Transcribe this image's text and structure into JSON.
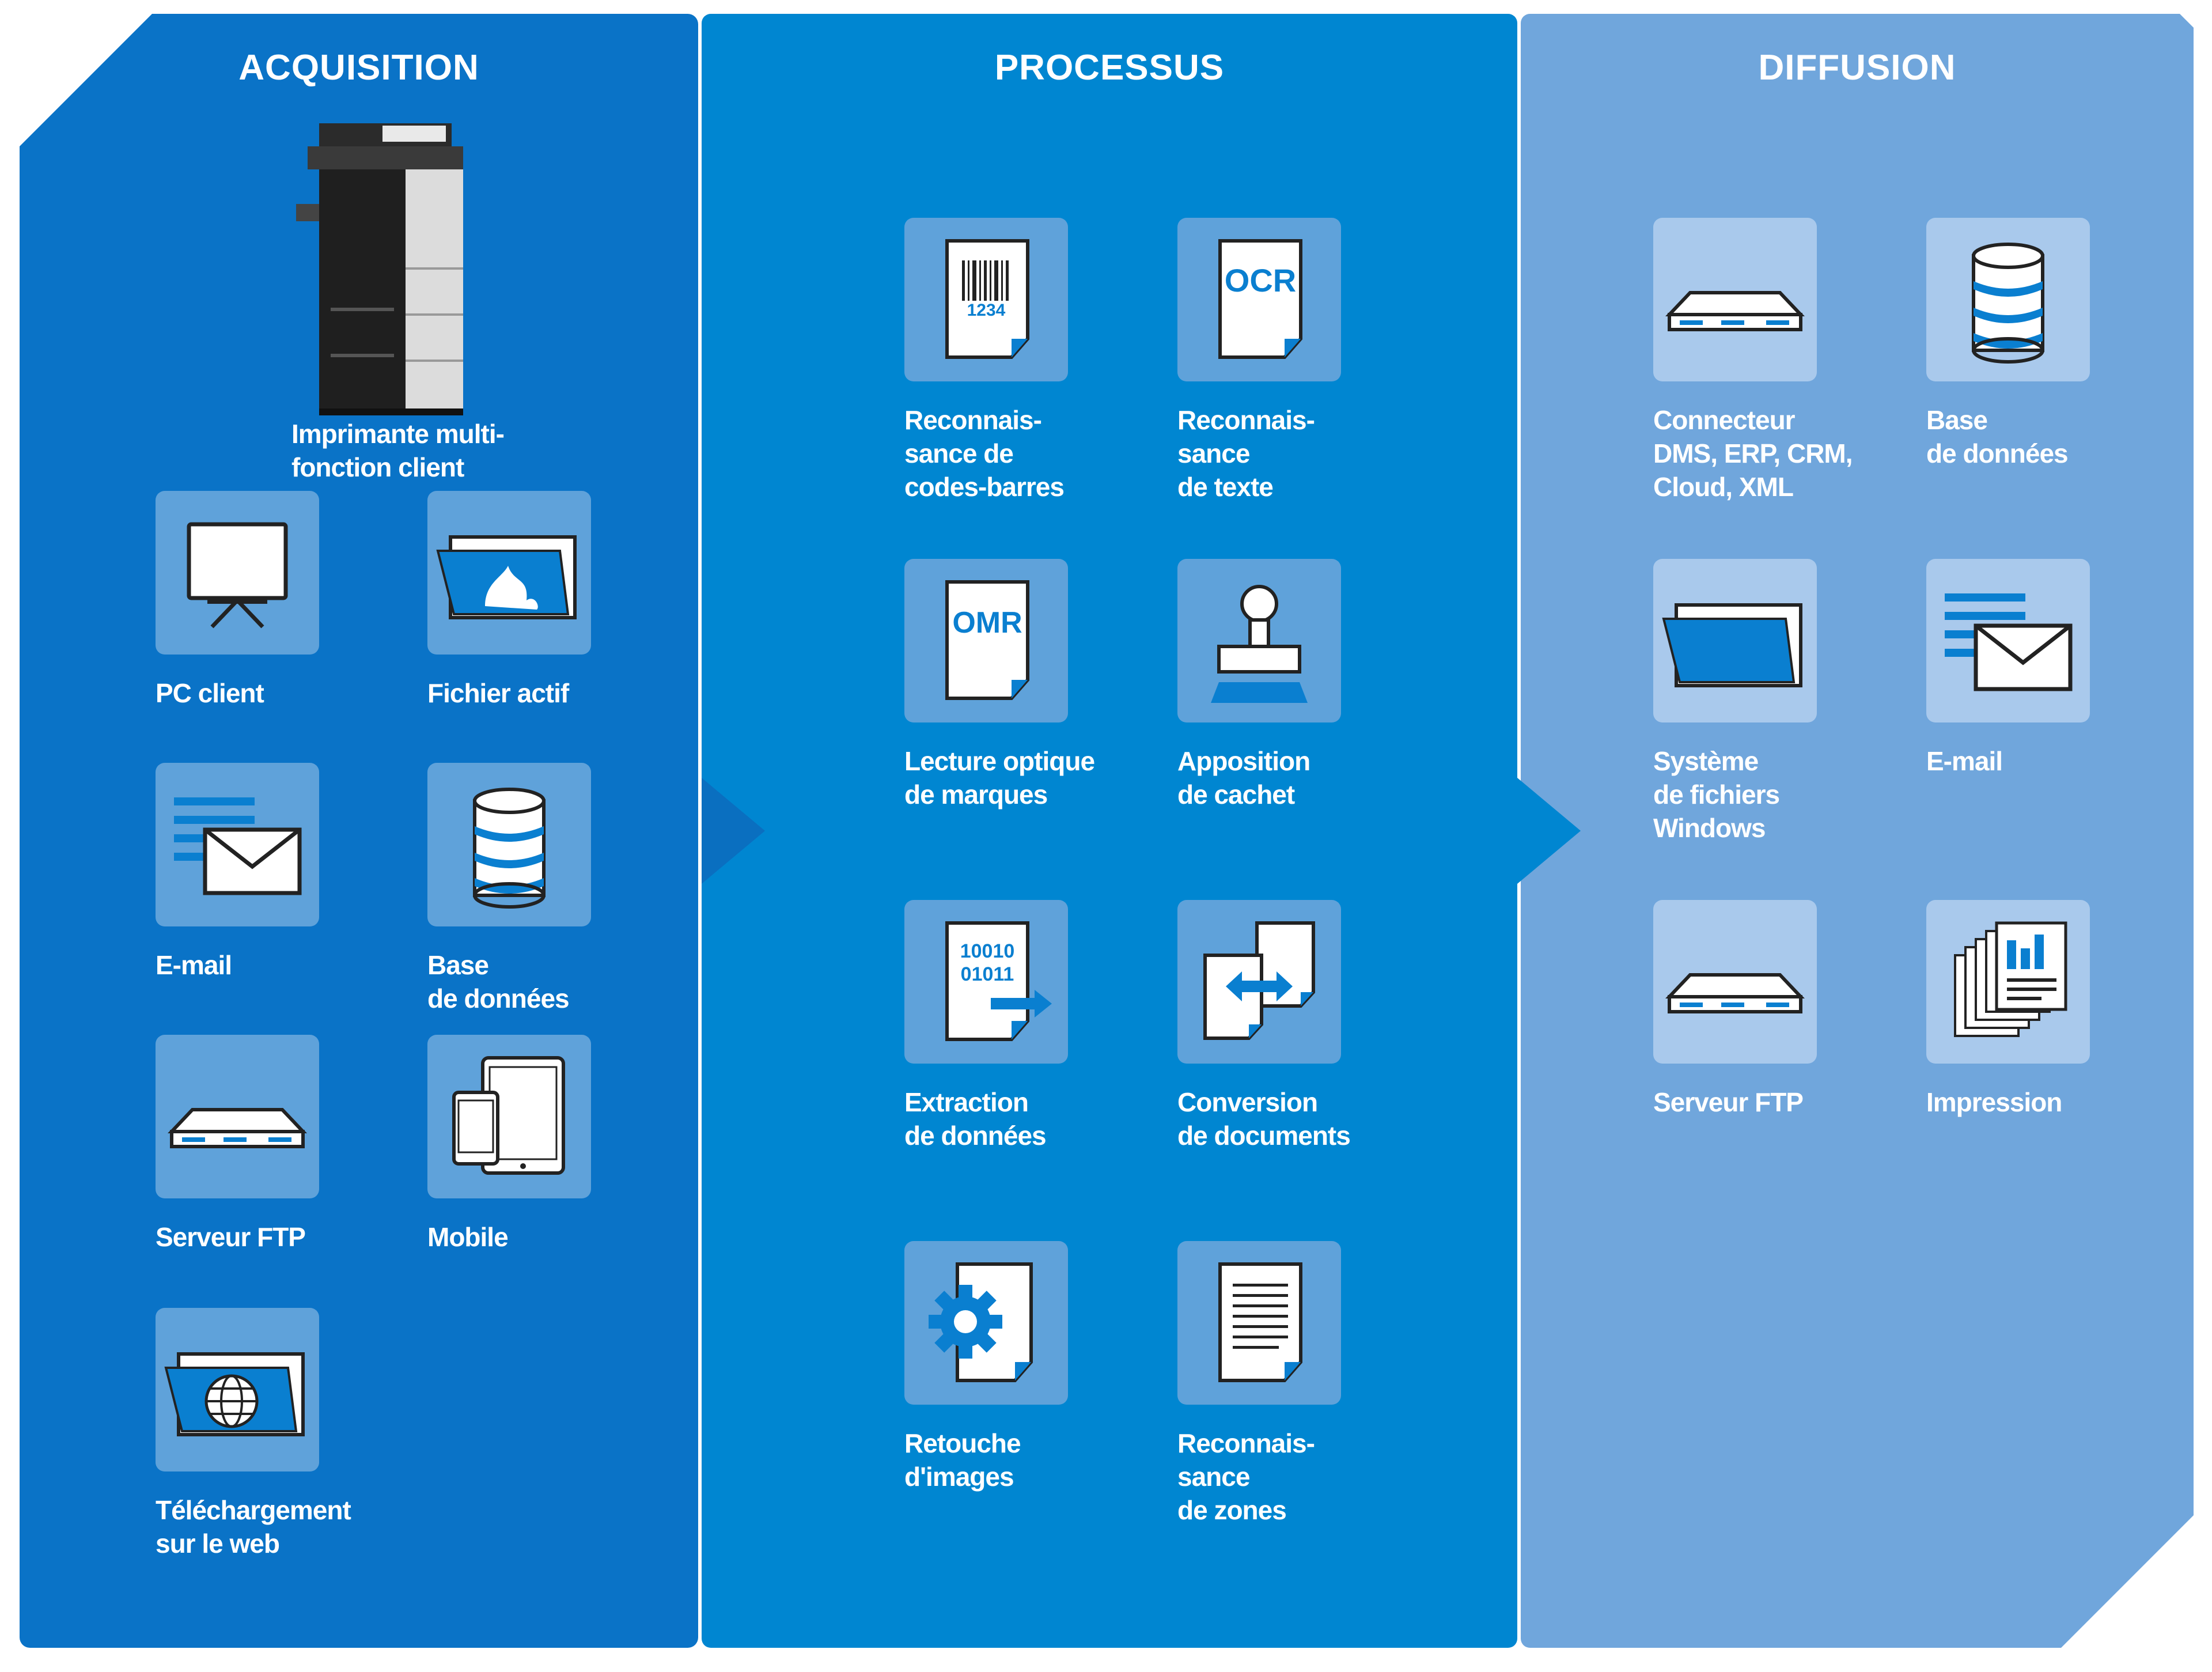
{
  "columns": {
    "acquisition": {
      "title": "ACQUISITION",
      "device": {
        "icon": "multifunction-printer-icon",
        "line1": "Imprimante multi-",
        "line2": "fonction client"
      },
      "items": [
        {
          "icon": "monitor-icon",
          "line1": "PC client",
          "line2": "",
          "line3": ""
        },
        {
          "icon": "hot-folder-icon",
          "line1": "Fichier actif",
          "line2": "",
          "line3": ""
        },
        {
          "icon": "email-icon",
          "line1": "E-mail",
          "line2": "",
          "line3": ""
        },
        {
          "icon": "database-icon",
          "line1": "Base",
          "line2": "de données",
          "line3": ""
        },
        {
          "icon": "server-icon",
          "line1": "Serveur FTP",
          "line2": "",
          "line3": ""
        },
        {
          "icon": "mobile-devices-icon",
          "line1": "Mobile",
          "line2": "",
          "line3": ""
        },
        {
          "icon": "web-folder-icon",
          "line1": "Téléchargement",
          "line2": "sur le web",
          "line3": ""
        }
      ]
    },
    "processus": {
      "title": "PROCESSUS",
      "items": [
        {
          "icon": "barcode-document-icon",
          "icon_text": "1234",
          "line1": "Reconnais-",
          "line2": "sance de",
          "line3": "codes-barres"
        },
        {
          "icon": "ocr-document-icon",
          "icon_text": "OCR",
          "line1": "Reconnais-",
          "line2": "sance",
          "line3": "de texte"
        },
        {
          "icon": "omr-document-icon",
          "icon_text": "OMR",
          "line1": "Lecture optique",
          "line2": "de marques",
          "line3": ""
        },
        {
          "icon": "stamp-icon",
          "icon_text": "",
          "line1": "Apposition",
          "line2": "de cachet",
          "line3": ""
        },
        {
          "icon": "data-extraction-icon",
          "icon_text": "10010",
          "icon_text2": "01011",
          "line1": "Extraction",
          "line2": "de données",
          "line3": ""
        },
        {
          "icon": "document-conversion-icon",
          "icon_text": "",
          "line1": "Conversion",
          "line2": "de documents",
          "line3": ""
        },
        {
          "icon": "image-processing-icon",
          "icon_text": "",
          "line1": "Retouche",
          "line2": "d'images",
          "line3": ""
        },
        {
          "icon": "zone-document-icon",
          "icon_text": "",
          "line1": "Reconnais-",
          "line2": "sance",
          "line3": "de zones"
        }
      ]
    },
    "diffusion": {
      "title": "DIFFUSION",
      "items": [
        {
          "icon": "server-icon",
          "line1": "Connecteur",
          "line2": "DMS, ERP, CRM,",
          "line3": "Cloud, XML"
        },
        {
          "icon": "database-icon",
          "line1": "Base",
          "line2": "de données",
          "line3": ""
        },
        {
          "icon": "folder-icon",
          "line1": "Système",
          "line2": "de fichiers",
          "line3": "Windows"
        },
        {
          "icon": "email-icon",
          "line1": "E-mail",
          "line2": "",
          "line3": ""
        },
        {
          "icon": "server-icon",
          "line1": "Serveur FTP",
          "line2": "",
          "line3": ""
        },
        {
          "icon": "print-documents-icon",
          "line1": "Impression",
          "line2": "",
          "line3": ""
        }
      ]
    }
  },
  "colors": {
    "acquisition_bg": "#0a73c7",
    "processus_bg": "#0086d1",
    "diffusion_bg": "#70a6dc",
    "icon_accent": "#0a7fd0"
  }
}
